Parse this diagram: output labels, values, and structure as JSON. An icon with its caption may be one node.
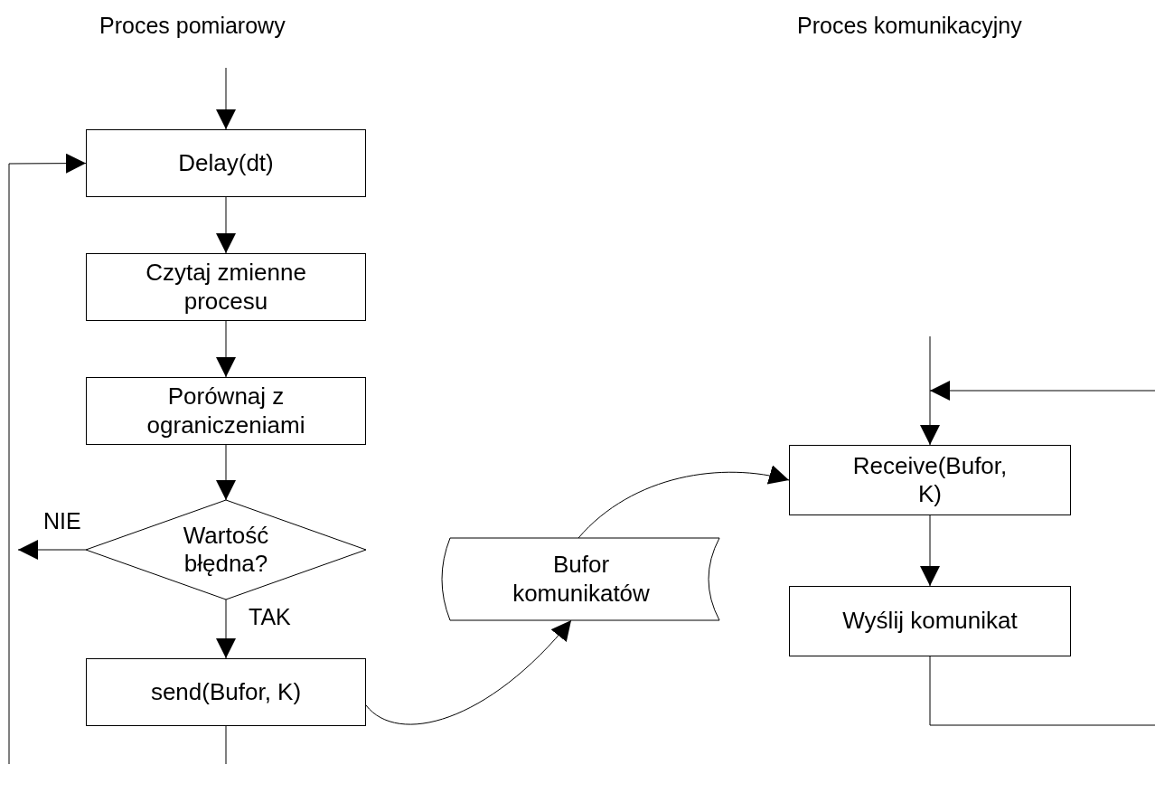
{
  "diagram": {
    "nodes": [
      {
        "text": [
          "Delay(dt)"
        ]
      },
      {
        "text": [
          "Czytaj zmienne procesu"
        ]
      },
      {
        "text": [
          "Porównaj z ograniczeniami"
        ]
      },
      {
        "text": [
          "Wartość błędna?"
        ]
      },
      {
        "text": [
          "send(Bufor, K)"
        ]
      },
      {
        "text": [
          "Bufor komunikatów"
        ]
      },
      {
        "text": [
          "Receive(Bufor, K)"
        ]
      },
      {
        "text": [
          "Wyślij komunikat"
        ]
      }
    ],
    "edges": [
      {
        "from": null,
        "to": 0,
        "arrow": "to"
      },
      {
        "from": 0,
        "to": 1,
        "arrow": "to"
      },
      {
        "from": 1,
        "to": 2,
        "arrow": "to"
      },
      {
        "from": 2,
        "to": 3,
        "arrow": "to"
      },
      {
        "from": 3,
        "to": 4,
        "arrow": "to",
        "label": "TAK"
      },
      {
        "from": 3,
        "to": null,
        "arrow": "to",
        "label": "NIE"
      },
      {
        "from": 4,
        "to": null,
        "arrow": "none"
      },
      {
        "from": null,
        "to": 0,
        "arrow": "to"
      },
      {
        "from": 4,
        "to": 5,
        "arrow": "to"
      },
      {
        "from": 5,
        "to": 6,
        "arrow": "to"
      },
      {
        "from": null,
        "to": 6,
        "arrow": "to"
      },
      {
        "from": null,
        "to": 6,
        "arrow": "to"
      },
      {
        "from": 6,
        "to": 7,
        "arrow": "to"
      },
      {
        "from": 7,
        "to": null,
        "arrow": "none"
      }
    ],
    "labels": [
      "Proces pomiarowy",
      "Proces komunikacyjny"
    ]
  }
}
